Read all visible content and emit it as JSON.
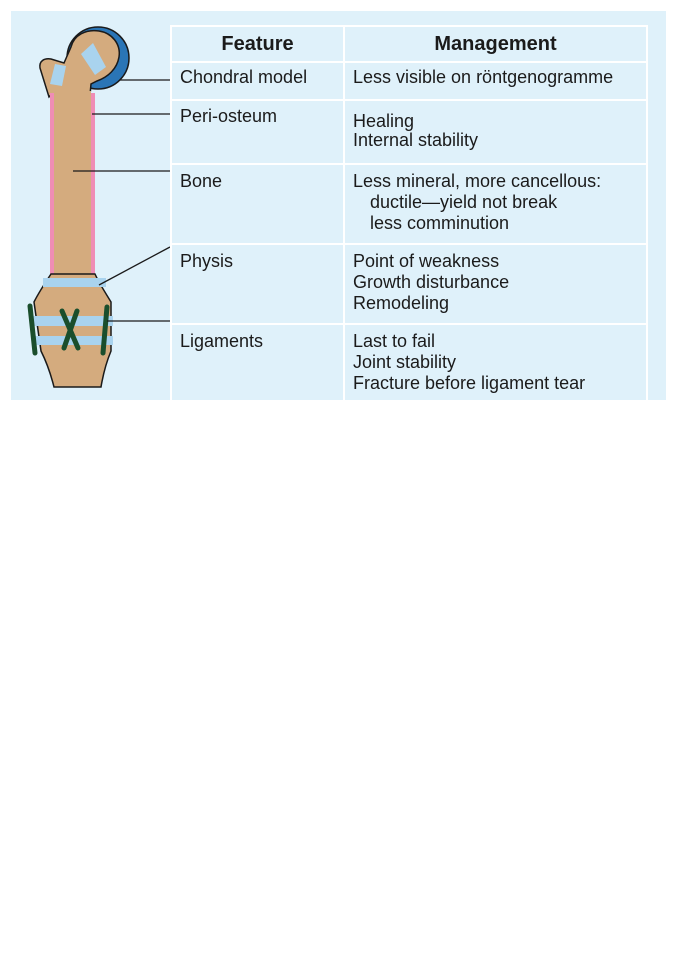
{
  "table": {
    "headers": {
      "feature": "Feature",
      "management": "Management"
    },
    "rows": [
      {
        "feature": "Chondral model",
        "management": [
          "Less visible on röntgenogramme"
        ]
      },
      {
        "feature": "Peri-osteum",
        "management": [
          "Healing",
          "Internal stability"
        ]
      },
      {
        "feature": "Bone",
        "management": [
          "Less mineral, more cancellous:",
          "ductile—yield not break",
          "less comminution"
        ]
      },
      {
        "feature": "Physis",
        "management": [
          "Point of weakness",
          "Growth disturbance",
          "Remodeling"
        ]
      },
      {
        "feature": "Ligaments",
        "management": [
          "Last to fail",
          "Joint stability",
          "Fracture before ligament tear"
        ]
      }
    ]
  },
  "colors": {
    "panel_background": "#dff1fa",
    "bone": "#d4ab7e",
    "periosteum": "#ef8db5",
    "physis": "#a9d3ee",
    "chondral_ring": "#2a75b6",
    "ligament": "#1a4e2c",
    "outline": "#1a1a1a"
  }
}
